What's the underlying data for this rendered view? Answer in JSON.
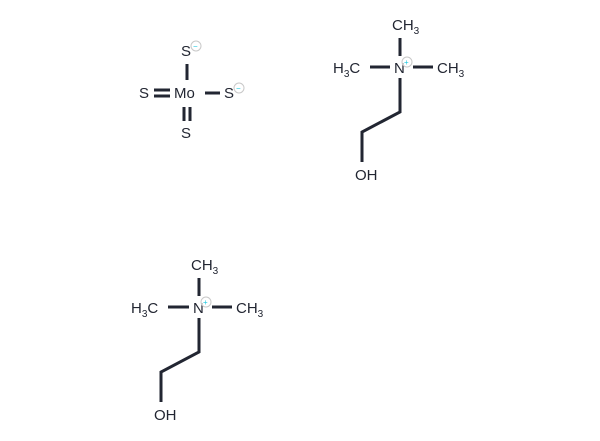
{
  "figure": {
    "type": "chemical-structure",
    "background": "#ffffff",
    "bond_color": "#222632",
    "charge_marker_color": "#1ec8e0",
    "fragments": [
      {
        "name": "tetrathiomolybdate",
        "center_atom": "Mo",
        "atoms": {
          "mo": "Mo",
          "s_top": "S",
          "s_left": "S",
          "s_right": "S",
          "s_bottom": "S"
        },
        "charges": {
          "s_top": "−",
          "s_right": "−"
        },
        "bonds": [
          {
            "from": "Mo",
            "to": "S (top)",
            "order": 1
          },
          {
            "from": "Mo",
            "to": "S (left)",
            "order": 2
          },
          {
            "from": "Mo",
            "to": "S (right)",
            "order": 1
          },
          {
            "from": "Mo",
            "to": "S (bottom)",
            "order": 2
          }
        ]
      },
      {
        "name": "choline-1",
        "atoms": {
          "n": "N",
          "ch3_top": "CH",
          "ch3_left_h": "H",
          "ch3_left_c": "C",
          "ch3_right": "CH",
          "sub3": "3",
          "oh": "OH"
        },
        "charges": {
          "n": "+"
        }
      },
      {
        "name": "choline-2",
        "atoms": {
          "n": "N",
          "ch3_top": "CH",
          "ch3_left_h": "H",
          "ch3_left_c": "C",
          "ch3_right": "CH",
          "sub3": "3",
          "oh": "OH"
        },
        "charges": {
          "n": "+"
        }
      }
    ]
  }
}
